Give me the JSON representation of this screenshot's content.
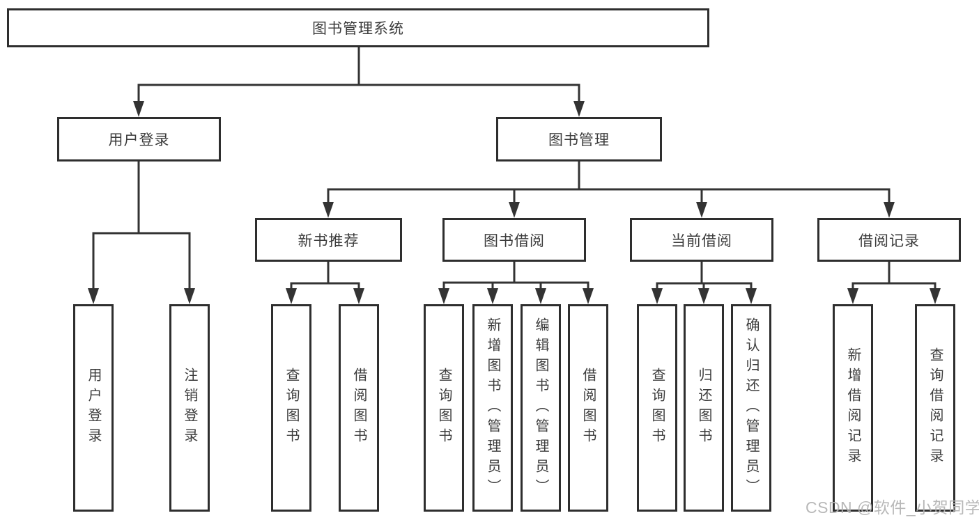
{
  "diagram": {
    "type": "hierarchy-tree",
    "root": {
      "label": "图书管理系统",
      "children": [
        {
          "label": "用户登录",
          "children": [
            {
              "label": "用户登录"
            },
            {
              "label": "注销登录"
            }
          ]
        },
        {
          "label": "图书管理",
          "children": [
            {
              "label": "新书推荐",
              "children": [
                {
                  "label": "查询图书"
                },
                {
                  "label": "借阅图书"
                }
              ]
            },
            {
              "label": "图书借阅",
              "children": [
                {
                  "label": "查询图书"
                },
                {
                  "label": "新增图书（管理员）"
                },
                {
                  "label": "编辑图书（管理员）"
                },
                {
                  "label": "借阅图书"
                }
              ]
            },
            {
              "label": "当前借阅",
              "children": [
                {
                  "label": "查询图书"
                },
                {
                  "label": "归还图书"
                },
                {
                  "label": "确认归还（管理员）"
                }
              ]
            },
            {
              "label": "借阅记录",
              "children": [
                {
                  "label": "新增借阅记录"
                },
                {
                  "label": "查询借阅记录"
                }
              ]
            }
          ]
        }
      ]
    }
  },
  "watermark": {
    "text": "CSDN @软件_小贺同学"
  },
  "colors": {
    "line": "#333333",
    "box_border": "#2e2e2e",
    "text": "#3c3c3c",
    "background": "#ffffff",
    "watermark": "#b2b2b2"
  }
}
